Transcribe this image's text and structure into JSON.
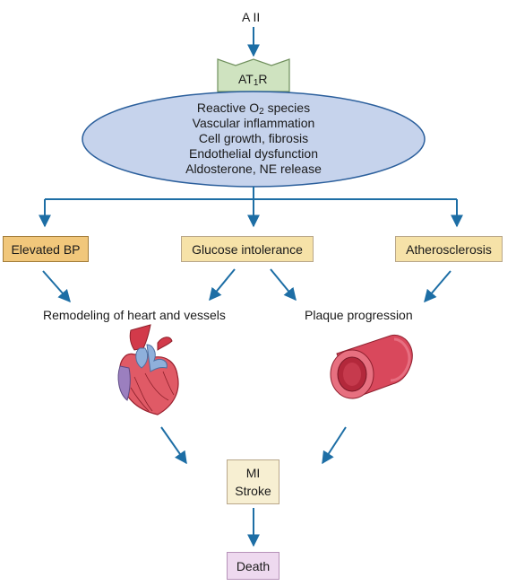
{
  "ligand": "A II",
  "receptor": {
    "prefix": "AT",
    "subscript": "1",
    "suffix": "R"
  },
  "effects": [
    {
      "pre": "Reactive O",
      "sub": "2",
      "post": " species"
    },
    {
      "pre": "Vascular inflammation"
    },
    {
      "pre": "Cell growth, fibrosis"
    },
    {
      "pre": "Endothelial dysfunction"
    },
    {
      "pre": "Aldosterone, NE release"
    }
  ],
  "consequences": {
    "left": "Elevated BP",
    "center": "Glucose intolerance",
    "right": "Atherosclerosis"
  },
  "outcomes": {
    "left": "Remodeling of heart and vessels",
    "right": "Plaque progression"
  },
  "endpoints": {
    "events": [
      "MI",
      "Stroke"
    ],
    "final": "Death"
  },
  "colors": {
    "arrow": "#1d6ea5",
    "ellipse_fill": "#c6d3ec",
    "receptor_fill": "#cfe3c0",
    "box_yellow": "#f6e2a8",
    "box_orange": "#f1c77b",
    "box_cream": "#f7efd2",
    "box_pink": "#eed9ef"
  },
  "icons": [
    "heart-illustration",
    "artery-illustration"
  ]
}
